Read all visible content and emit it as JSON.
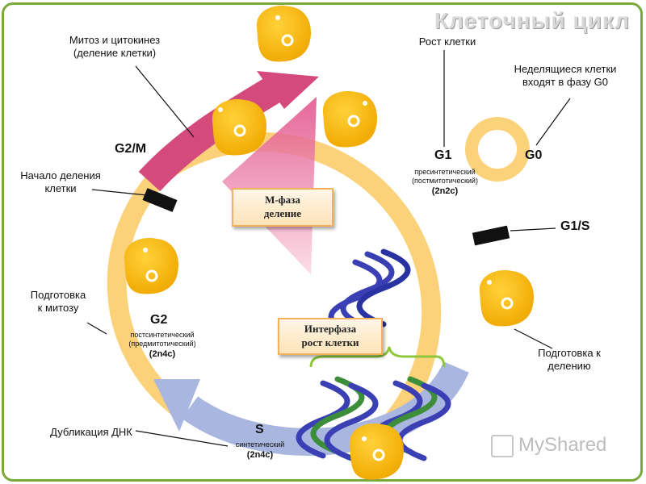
{
  "title": "Клеточный цикл",
  "labels": {
    "mitosis": [
      "Митоз и цитокинез",
      "(деление клетки)"
    ],
    "growth": "Рост клетки",
    "g0_entry": [
      "Неделящиеся клетки",
      "входят в фазу G0"
    ],
    "division_start": [
      "Начало деления",
      "клетки"
    ],
    "prep_mitosis": [
      "Подготовка",
      "к митозу"
    ],
    "prep_division": [
      "Подготовка к",
      "делению"
    ],
    "dna_dup": "Дубликация ДНК"
  },
  "phases": {
    "g2m": "G2/M",
    "g1": {
      "name": "G1",
      "sub1": "пресинтетический",
      "sub2": "(постмитотический)",
      "ploidy": "(2n2c)"
    },
    "g0": "G0",
    "g1s": "G1/S",
    "g2": {
      "name": "G2",
      "sub1": "постсинтетический",
      "sub2": "(предмитотический)",
      "ploidy": "(2n4c)"
    },
    "s": {
      "name": "S",
      "sub": "синтетический",
      "ploidy": "(2n4c)"
    }
  },
  "boxes": {
    "m_phase": [
      "М-фаза",
      "деление"
    ],
    "interphase": [
      "Интерфаза",
      "рост клетки"
    ]
  },
  "watermark": "MyShared",
  "colors": {
    "ring": "#fbd27a",
    "cell": "#f5b400",
    "arrow_pink": "#d54a7c",
    "arrow_blue": "#a9b7e0",
    "frame": "#7aa83c"
  }
}
